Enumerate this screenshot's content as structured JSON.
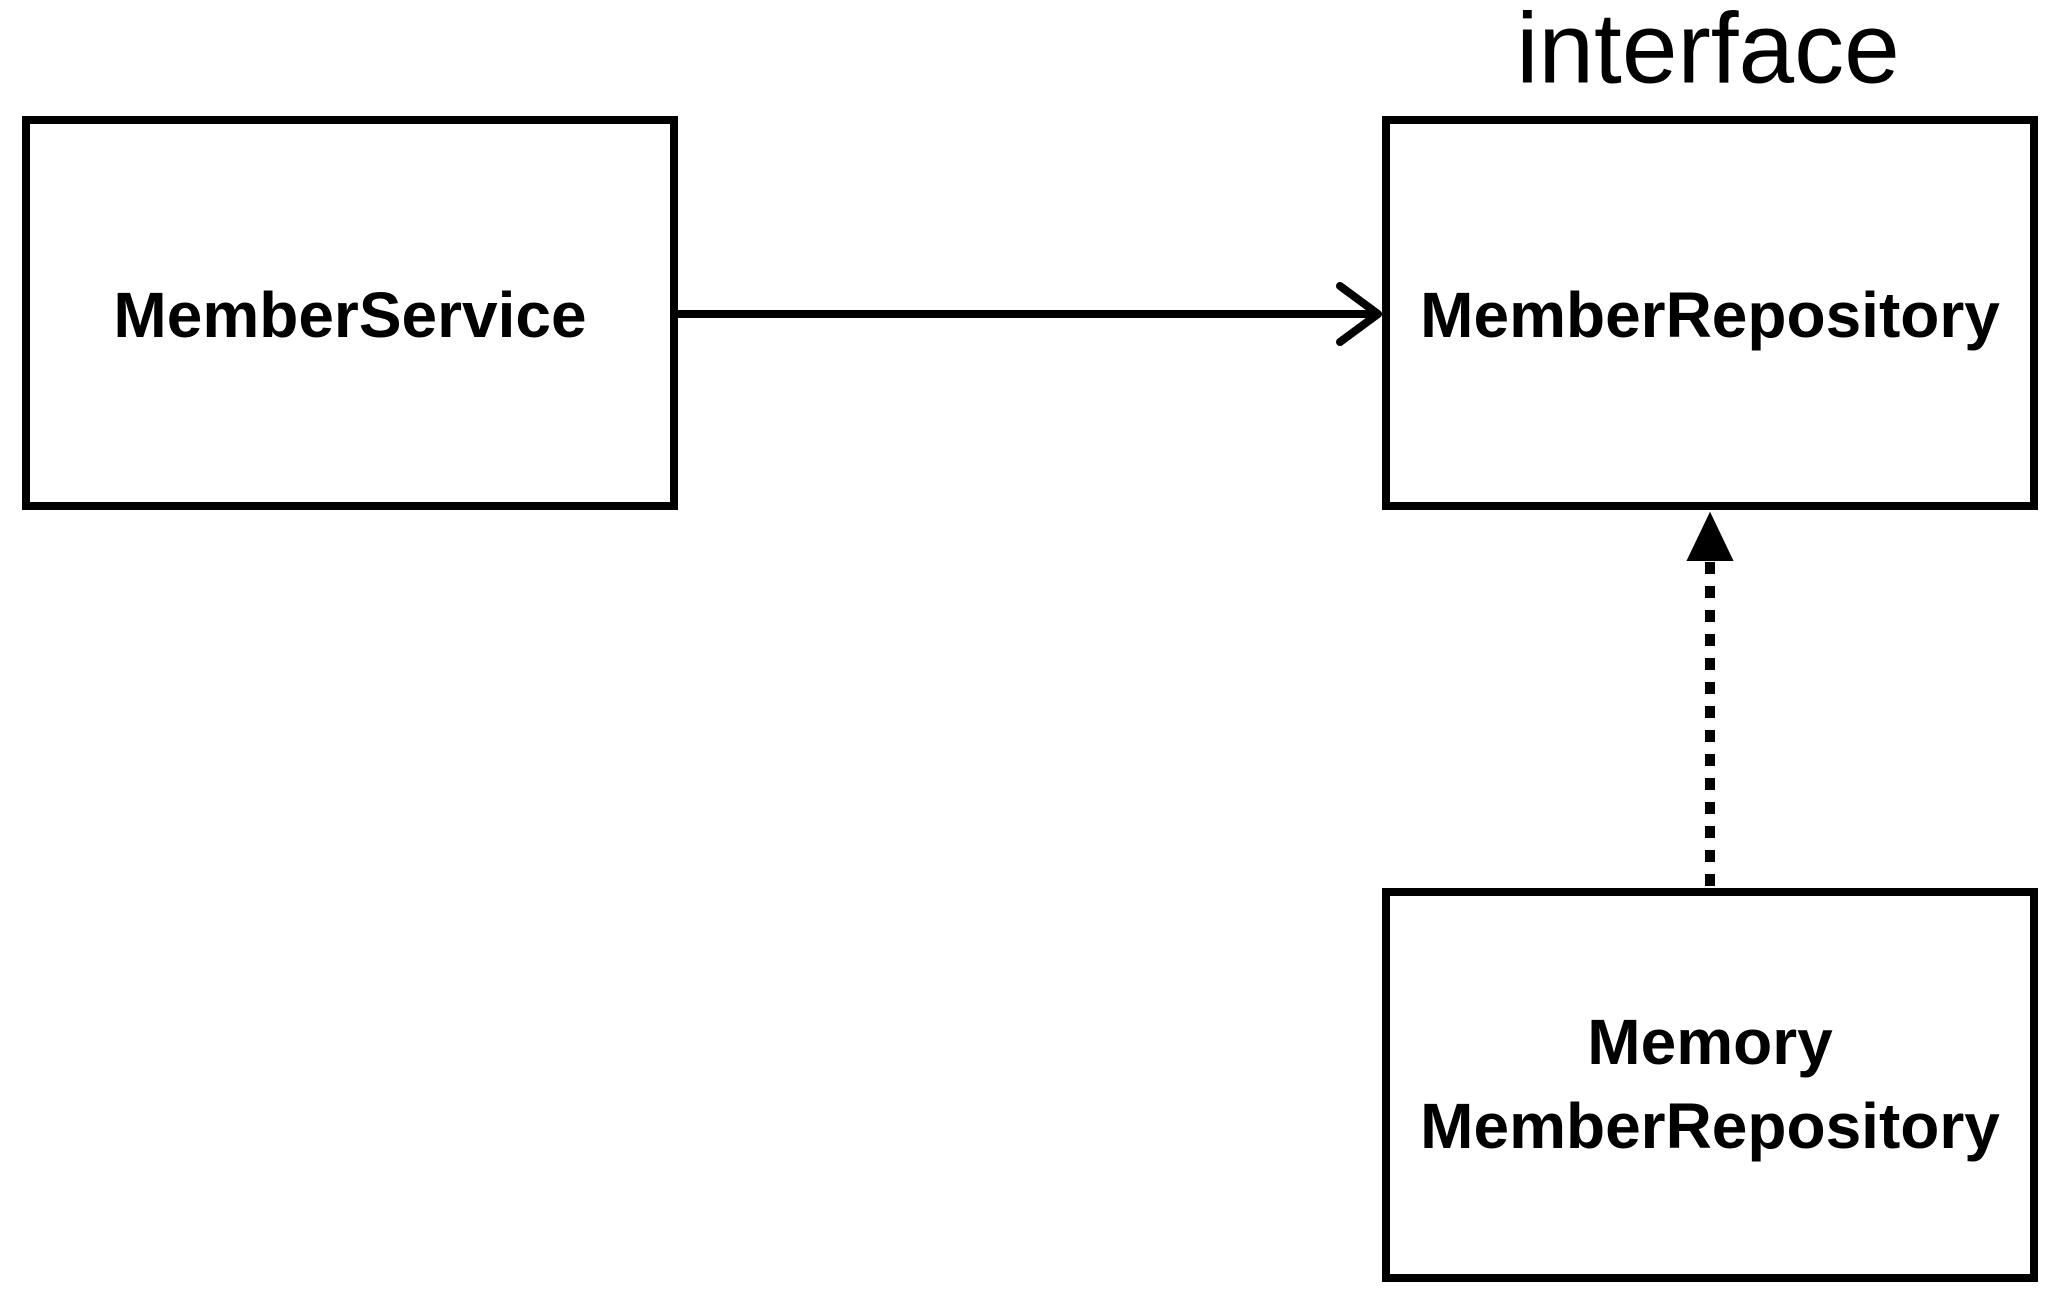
{
  "nodes": {
    "member_service": {
      "label": "MemberService"
    },
    "member_repository": {
      "label": "MemberRepository",
      "stereotype": "interface"
    },
    "memory_member_repository": {
      "label_line1": "Memory",
      "label_line2": "MemberRepository"
    }
  },
  "edges": [
    {
      "from": "MemberService",
      "to": "MemberRepository",
      "style": "solid",
      "arrowhead": "open"
    },
    {
      "from": "Memory MemberRepository",
      "to": "MemberRepository",
      "style": "dotted",
      "arrowhead": "filled"
    }
  ]
}
